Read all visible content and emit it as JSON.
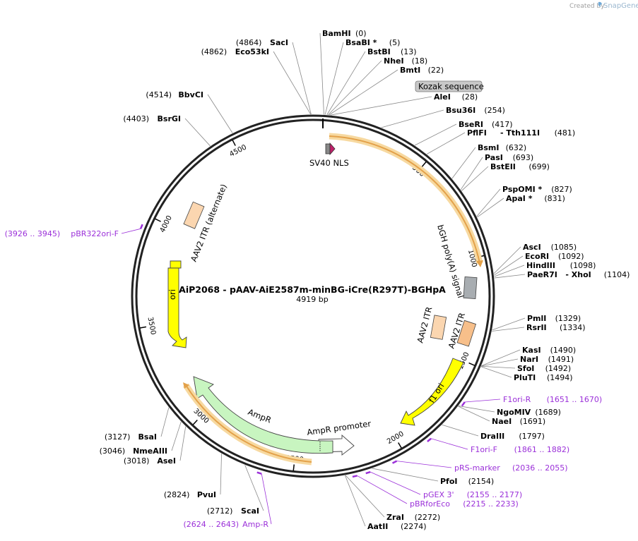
{
  "watermark": {
    "prefix": "Created by",
    "brand": "SnapGene"
  },
  "plasmid": {
    "name": "AiP2068 - pAAV-AiE2587m-minBG-iCre(R297T)-BGHpA",
    "size": "4919 bp",
    "length": 4919
  },
  "colors": {
    "backbone": "#222222",
    "primer": "#9b30d9",
    "orf_halo": "#f7d9a0",
    "orf": "#e3a14a",
    "yellow": "#ffff00",
    "itr": "#fbd6b0",
    "ampr": "#c8f5c0",
    "kozak_bg": "#c8c8c8"
  },
  "ticks": [
    "500",
    "1000",
    "1500",
    "2000",
    "2500",
    "3000",
    "3500",
    "4000",
    "4500"
  ],
  "sites": [
    {
      "name": "BamHI",
      "pos": "(0)"
    },
    {
      "name": "BsaBI *",
      "pos": "(5)"
    },
    {
      "name": "BstBI",
      "pos": "(13)"
    },
    {
      "name": "NheI",
      "pos": "(18)"
    },
    {
      "name": "BmtI",
      "pos": "(22)"
    },
    {
      "name": "AleI",
      "pos": "(28)"
    },
    {
      "name": "Bsu36I",
      "pos": "(254)"
    },
    {
      "name": "BseRI",
      "pos": "(417)"
    },
    {
      "name": "PflFI",
      "pos": "(481)",
      "name2": "Tth111I"
    },
    {
      "name": "BsmI",
      "pos": "(632)"
    },
    {
      "name": "PasI",
      "pos": "(693)"
    },
    {
      "name": "BstEII",
      "pos": "(699)"
    },
    {
      "name": "PspOMI *",
      "pos": "(827)"
    },
    {
      "name": "ApaI *",
      "pos": "(831)"
    },
    {
      "name": "AscI",
      "pos": "(1085)"
    },
    {
      "name": "EcoRI",
      "pos": "(1092)"
    },
    {
      "name": "HindIII",
      "pos": "(1098)"
    },
    {
      "name": "PaeR7I",
      "pos": "(1104)",
      "name2": "XhoI"
    },
    {
      "name": "PmlI",
      "pos": "(1329)"
    },
    {
      "name": "RsrII",
      "pos": "(1334)"
    },
    {
      "name": "KasI",
      "pos": "(1490)"
    },
    {
      "name": "NarI",
      "pos": "(1491)"
    },
    {
      "name": "SfoI",
      "pos": "(1492)"
    },
    {
      "name": "PluTI",
      "pos": "(1494)"
    },
    {
      "name": "NgoMIV",
      "pos": "(1689)"
    },
    {
      "name": "NaeI",
      "pos": "(1691)"
    },
    {
      "name": "DraIII",
      "pos": "(1797)"
    },
    {
      "name": "PfoI",
      "pos": "(2154)"
    },
    {
      "name": "ZraI",
      "pos": "(2272)"
    },
    {
      "name": "AatII",
      "pos": "(2274)"
    },
    {
      "name": "ScaI",
      "pos": "(2712)"
    },
    {
      "name": "PvuI",
      "pos": "(2824)"
    },
    {
      "name": "AseI",
      "pos": "(3018)"
    },
    {
      "name": "NmeAIII",
      "pos": "(3046)"
    },
    {
      "name": "BsaI",
      "pos": "(3127)"
    },
    {
      "name": "BsrGI",
      "pos": "(4403)"
    },
    {
      "name": "BbvCI",
      "pos": "(4514)"
    },
    {
      "name": "Eco53kI",
      "pos": "(4862)"
    },
    {
      "name": "SacI",
      "pos": "(4864)"
    }
  ],
  "primers": [
    {
      "name": "F1ori-R",
      "range": "(1651 .. 1670)"
    },
    {
      "name": "F1ori-F",
      "range": "(1861 .. 1882)"
    },
    {
      "name": "pRS-marker",
      "range": "(2036 .. 2055)"
    },
    {
      "name": "pGEX 3'",
      "range": "(2155 .. 2177)"
    },
    {
      "name": "pBRforEco",
      "range": "(2215 .. 2233)"
    },
    {
      "name": "Amp-R",
      "range": "(2624 .. 2643)"
    },
    {
      "name": "pBR322ori-F",
      "range": "(3926 .. 3945)"
    }
  ],
  "features": {
    "kozak": "Kozak sequence",
    "sv40": "SV40 NLS",
    "bgh": "bGH poly(A) signal",
    "itr1": "AAV2 ITR",
    "itr2": "AAV2 ITR",
    "f1ori": "f1 ori",
    "ampr_promoter": "AmpR promoter",
    "ampr": "AmpR",
    "ori": "ori",
    "itr_alt": "AAV2 ITR (alternate)"
  }
}
